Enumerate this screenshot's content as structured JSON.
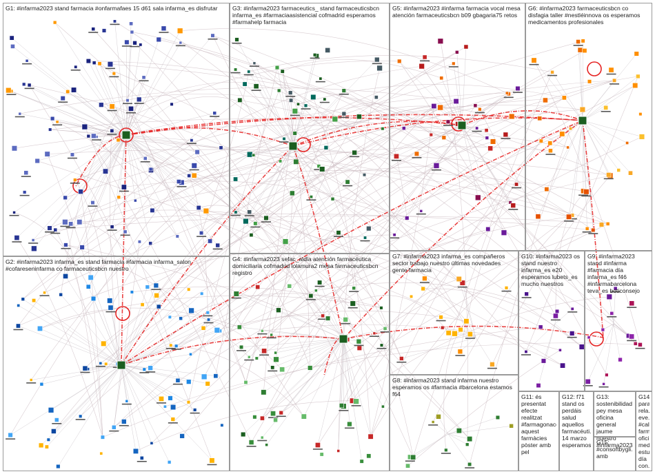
{
  "groups": [
    {
      "id": "g1",
      "label": "G1: #infarma2023 stand farmacia #onfarmafaes 15 d61 sala infarma_es disfrutar"
    },
    {
      "id": "g2",
      "label": "G2: #infarma2023 infarma_es stand farmacia #farmacia infarma_salon #cofareseninfarma co farmaceuticsbcn nuestro"
    },
    {
      "id": "g3",
      "label": "G3: #infarma2023 farmaceutics_ stand farmaceuticsbcn infarma_es #farmaciaasistencial cofmadrid esperamos #farmahelp farmacia"
    },
    {
      "id": "g4",
      "label": "G4: #infarma2023 sefac_aldia atención farmacéutica domiciliaria cofmadrid lolamura2 mesa farmaceuticsbcn registro"
    },
    {
      "id": "g5",
      "label": "G5: #infarma2023 #infarma farmacia vocal mesa atención farmaceuticsbcn b09 gbagaria75 retos"
    },
    {
      "id": "g6",
      "label": "G6: #infarma2023 farmaceuticsbcn co disfagia taller #nestléinnova os esperamos medicamentos profesionales"
    },
    {
      "id": "g7",
      "label": "G7: #infarma2023 infarma_es compañeros sector trabajo nuestro últimas novedades gente farmacia"
    },
    {
      "id": "g8",
      "label": "G8: #infarma2023 stand infarma nuestro esperamos os #farmacia #barcelona estamos f64"
    },
    {
      "id": "g9",
      "label": "G9: #infarma2023 stand #infarma #farmacia día infarma_es f46 #infarmabarcelona teva_es boticonsejo"
    },
    {
      "id": "g10",
      "label": "G10: #infarma2023 os stand nuestro infarma_es e20 esperamos lubets_es mucho nuestros"
    },
    {
      "id": "g11",
      "label": "G11: és presentat efecte realitzat #farmagonacol aquest farmàcies pòster amb pel"
    },
    {
      "id": "g12",
      "label": "G12: f71 stand os perdáis salud aquellos farmacéuti... 14 marzo esperamos"
    },
    {
      "id": "g13",
      "label": "G13: sostenibilidad pey mesa oficina general jaume nuestro #infarma2023..."
    },
    {
      "id": "g14",
      "label": "G14: para... rela... eve... #cali... farm... ofici... med... estu... día con..."
    },
    {
      "id": "g15",
      "label": "G15: #consoftbygli... amb"
    }
  ],
  "colors": {
    "border": "#9a9a9a",
    "edge": "#c9b6bd",
    "highlight": "#e52222",
    "background": "#ffffff"
  }
}
